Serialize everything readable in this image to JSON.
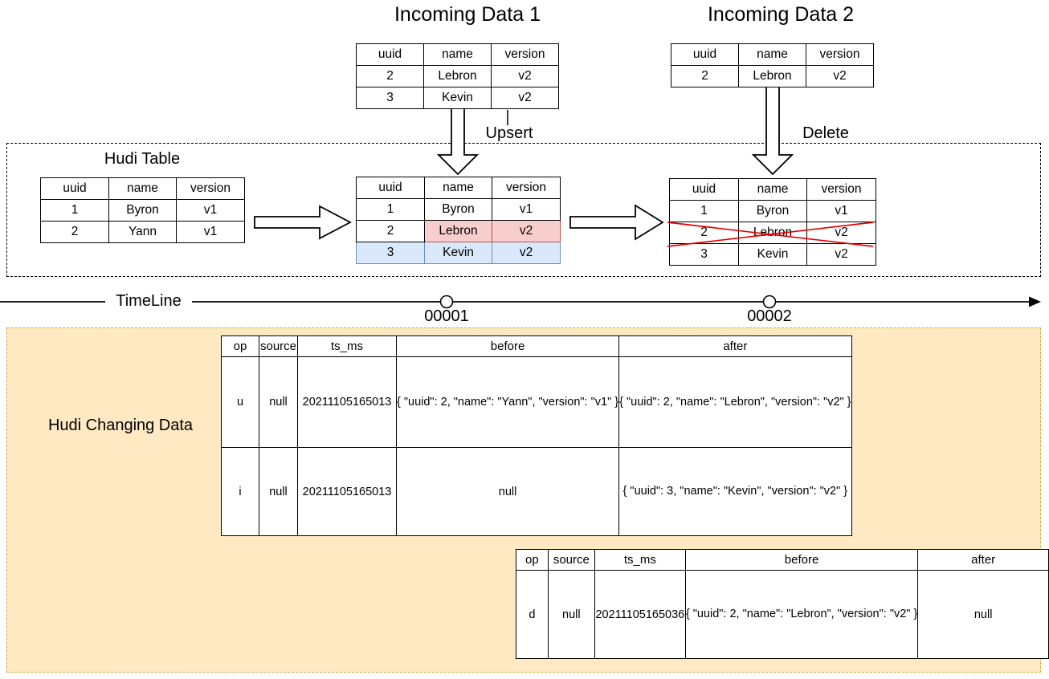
{
  "diagram": {
    "incoming1_title": "Incoming Data 1",
    "incoming2_title": "Incoming Data 2",
    "hudi_table_label": "Hudi Table",
    "changing_label": "Hudi Changing Data",
    "timeline_label": "TimeLine",
    "upsert_label": "Upsert",
    "delete_label": "Delete",
    "commit1": "00001",
    "commit2": "00002"
  },
  "mini": {
    "headers": [
      "uuid",
      "name",
      "version"
    ],
    "incoming1": [
      [
        "2",
        "Lebron",
        "v2"
      ],
      [
        "3",
        "Kevin",
        "v2"
      ]
    ],
    "incoming2": [
      [
        "2",
        "Lebron",
        "v2"
      ]
    ],
    "hudi_initial": [
      [
        "1",
        "Byron",
        "v1"
      ],
      [
        "2",
        "Yann",
        "v1"
      ]
    ],
    "hudi_after_upsert": [
      [
        "1",
        "Byron",
        "v1"
      ],
      [
        "2",
        "Lebron",
        "v2"
      ],
      [
        "3",
        "Kevin",
        "v2"
      ]
    ],
    "hudi_after_delete": [
      [
        "1",
        "Byron",
        "v1"
      ],
      [
        "2",
        "Lebron",
        "v2"
      ],
      [
        "3",
        "Kevin",
        "v2"
      ]
    ]
  },
  "cdc": {
    "headers": [
      "op",
      "source",
      "ts_ms",
      "before",
      "after"
    ],
    "commit1_rows": [
      {
        "op": "u",
        "source": "null",
        "ts_ms": "20211105165013",
        "before": "{\n  \"uuid\": 2,\n  \"name\": \"Yann\",\n  \"version\": \"v1\"\n}",
        "after": "{\n  \"uuid\": 2,\n  \"name\": \"Lebron\",\n  \"version\": \"v2\"\n}"
      },
      {
        "op": "i",
        "source": "null",
        "ts_ms": "20211105165013",
        "before": "null",
        "after": "{\n  \"uuid\": 3,\n  \"name\": \"Kevin\",\n  \"version\": \"v2\"\n}"
      }
    ],
    "commit2_rows": [
      {
        "op": "d",
        "source": "null",
        "ts_ms": "20211105165036",
        "before": "{\n  \"uuid\": 2,\n  \"name\": \"Lebron\",\n  \"version\": \"v2\"\n}",
        "after": "null"
      }
    ]
  },
  "colors": {
    "updated_cell_fill": "#f8cecc",
    "updated_cell_border": "#b85450",
    "inserted_row_fill": "#dae8fc",
    "inserted_row_border": "#6c8ebf",
    "delete_cross": "#e60000",
    "changing_box_fill": "#ffe9c3",
    "changing_box_border": "#d6a547"
  }
}
